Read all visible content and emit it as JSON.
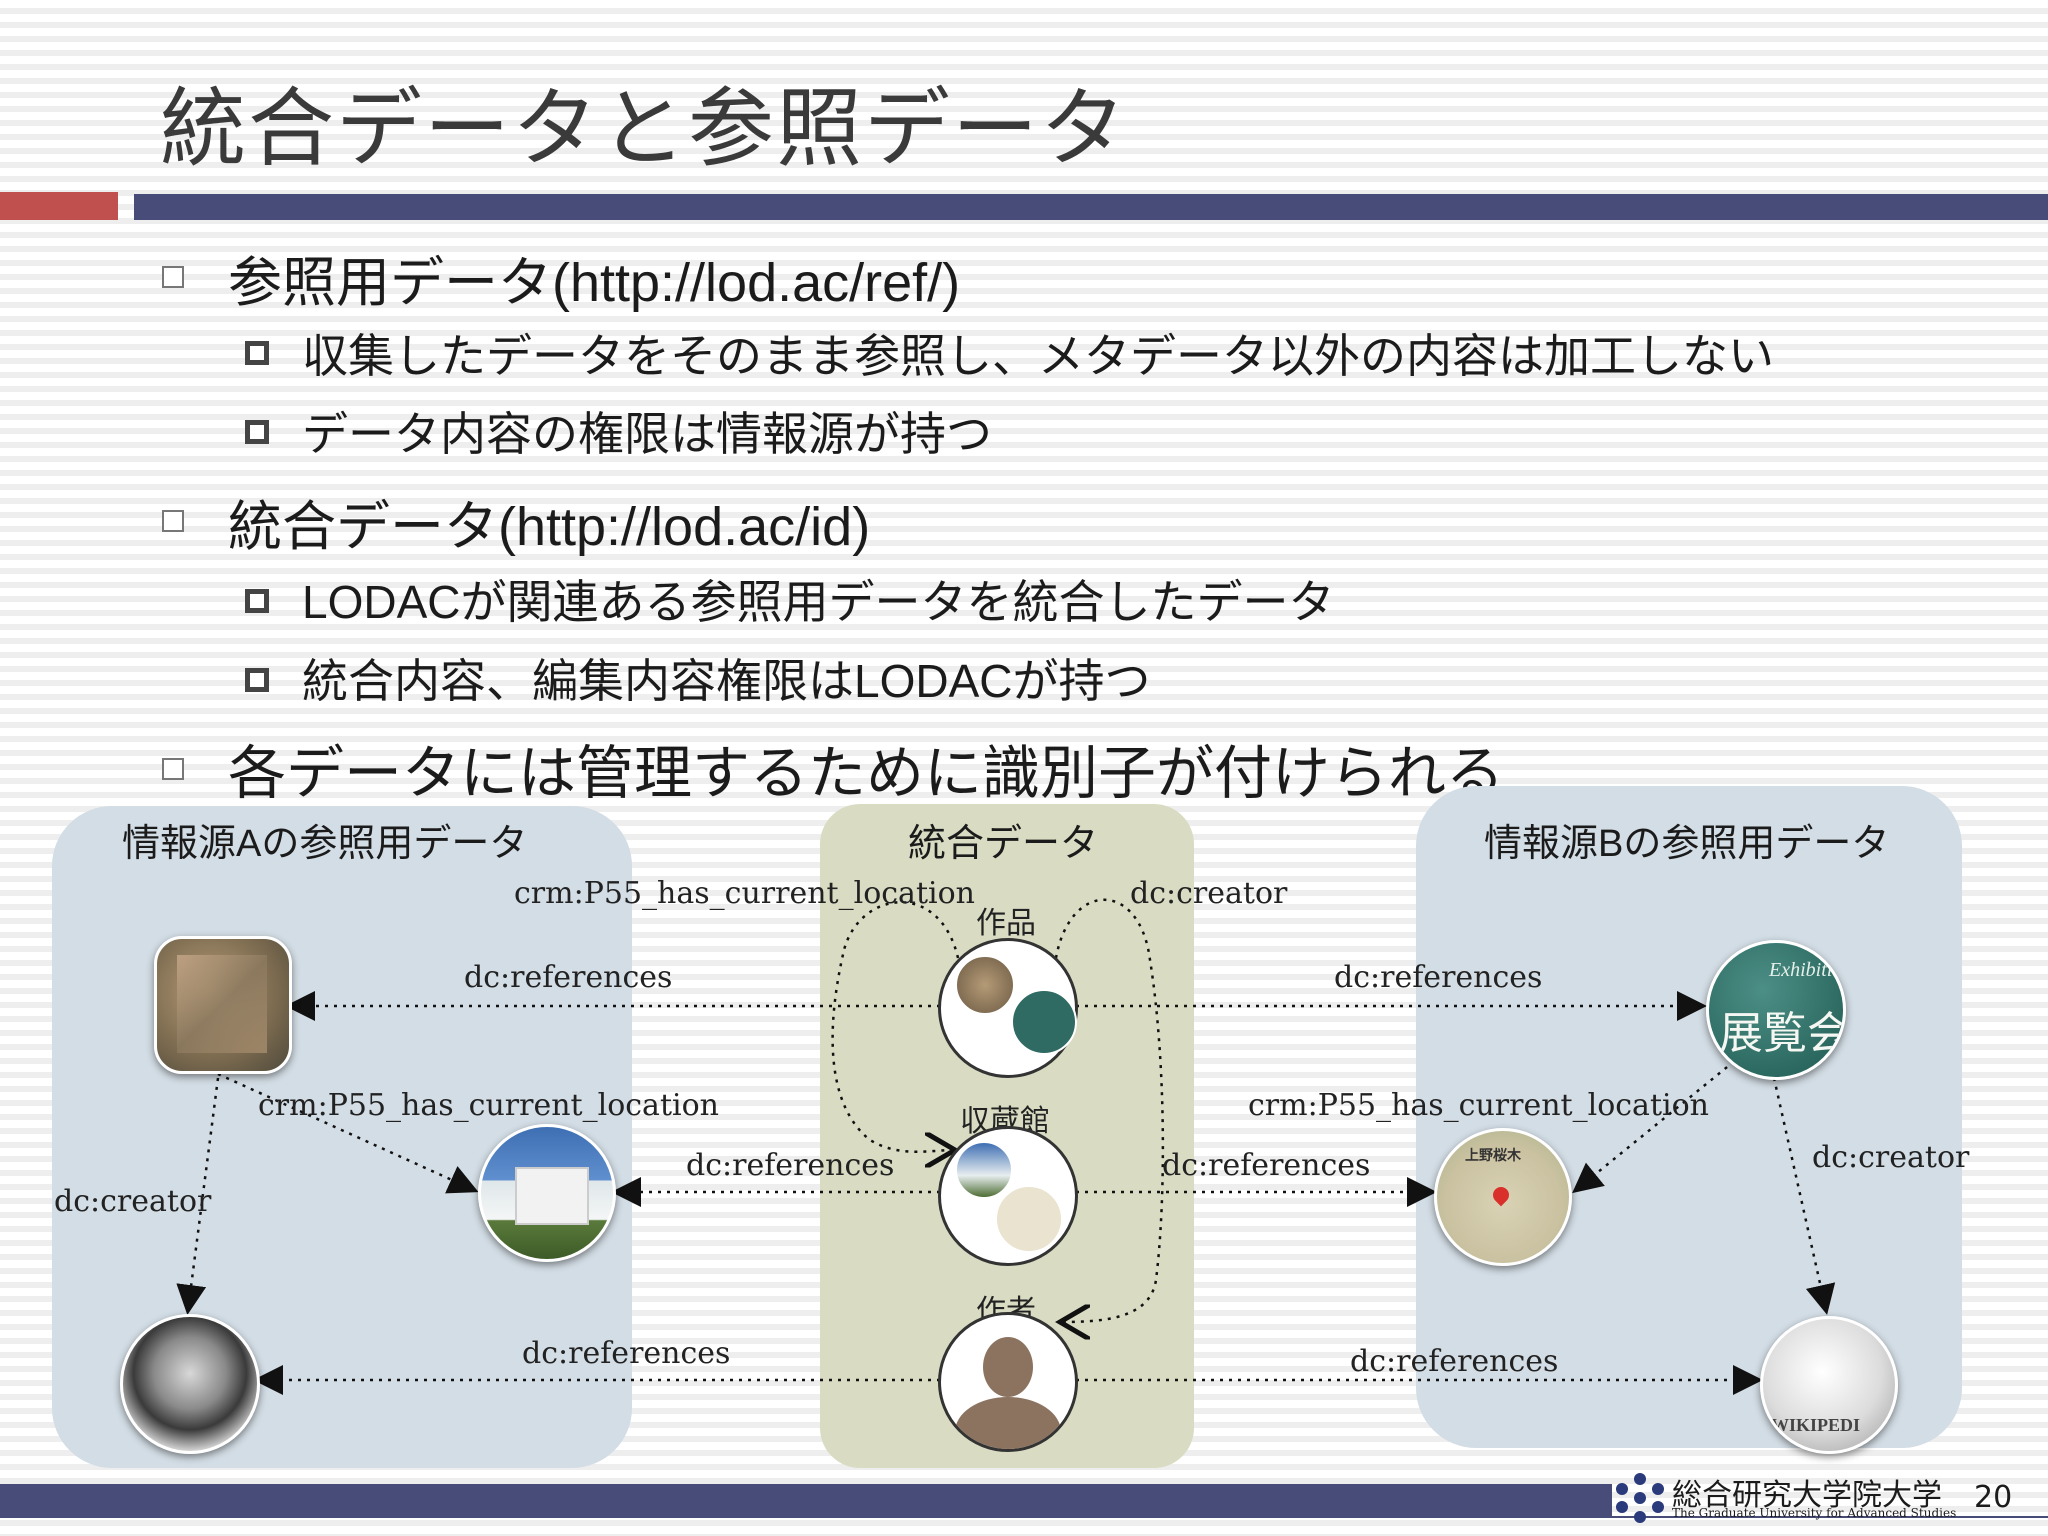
{
  "slide": {
    "title": "統合データと参照データ",
    "page_number": "20"
  },
  "bullets": {
    "b1_text": "参照用データ",
    "b1_url": "(http://lod.ac/ref/)",
    "b1_sub1": "収集したデータをそのまま参照し、メタデータ以外の内容は加工しない",
    "b1_sub2": "データ内容の権限は情報源が持つ",
    "b2_text": "統合データ",
    "b2_url": "(http://lod.ac/id)",
    "b2_sub1_a": "LODAC",
    "b2_sub1_b": "が関連ある参照用データを統合したデータ",
    "b2_sub2_a": "統合内容、編集内容権限は",
    "b2_sub2_b": "LODAC",
    "b2_sub2_c": "が持つ",
    "b3_text": "各データには管理するために識別子が付けられる"
  },
  "diagram": {
    "panel_a_title_1": "情報源",
    "panel_a_title_2": "A",
    "panel_a_title_3": "の参照用データ",
    "panel_center_title": "統合データ",
    "panel_b_title_1": "情報源",
    "panel_b_title_2": "B",
    "panel_b_title_3": "の参照用データ",
    "node_work": "作品",
    "node_museum": "収蔵館",
    "node_author": "作者",
    "label_crm_top": "crm:P55_has_current_location",
    "label_dc_creator_top": "dc:creator",
    "label_refs_a1": "dc:references",
    "label_refs_b1": "dc:references",
    "label_crm_a": "crm:P55_has_current_location",
    "label_crm_b": "crm:P55_has_current_location",
    "label_refs_a2": "dc:references",
    "label_refs_b2": "dc:references",
    "label_creator_a": "dc:creator",
    "label_creator_b": "dc:creator",
    "label_refs_a3": "dc:references",
    "label_refs_b3": "dc:references",
    "img_exhibition_1": "Exhibition",
    "img_exhibition_2": "展覧会",
    "img_map": "上野桜木",
    "img_wiki": "WIKIPEDI"
  },
  "footer": {
    "university_jp": "総合研究大学院大学",
    "university_en": "The Graduate University for Advanced Studies"
  },
  "colors": {
    "accent_red": "#c0504d",
    "accent_navy": "#474d78",
    "panel_side": "#d3dde5",
    "panel_center": "#d9dcc3"
  }
}
